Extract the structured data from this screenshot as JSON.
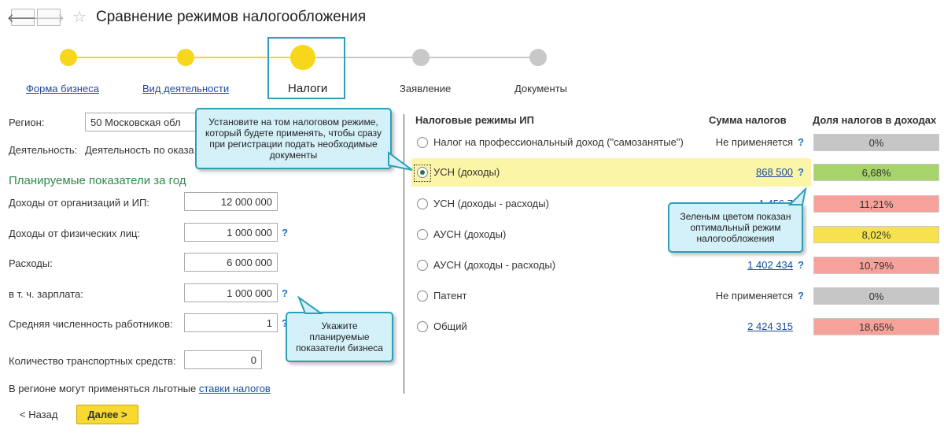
{
  "header": {
    "back_glyph": "🡐",
    "forward_glyph": "🡒",
    "star_glyph": "☆",
    "title": "Сравнение режимов налогообложения"
  },
  "stepper": {
    "steps": [
      {
        "label": "Форма бизнеса",
        "state": "done"
      },
      {
        "label": "Вид деятельности",
        "state": "done"
      },
      {
        "label": "Налоги",
        "state": "current"
      },
      {
        "label": "Заявление",
        "state": "pending"
      },
      {
        "label": "Документы",
        "state": "pending"
      }
    ],
    "colors": {
      "done": "#f7d71c",
      "pending": "#c8c8c8",
      "box": "#2e9fb8"
    }
  },
  "form": {
    "region_label": "Регион:",
    "region_value": "50 Московская обл",
    "activity_label": "Деятельность:",
    "activity_value": "Деятельность по оказа",
    "section_title": "Планируемые показатели за год",
    "fields": [
      {
        "label": "Доходы от организаций и ИП:",
        "value": "12 000 000",
        "help": ""
      },
      {
        "label": "Доходы от физических лиц:",
        "value": "1 000 000",
        "help": "?"
      },
      {
        "label": "Расходы:",
        "value": "6 000 000",
        "help": ""
      },
      {
        "label": "в т. ч. зарплата:",
        "value": "1 000 000",
        "help": "?"
      },
      {
        "label": "Средняя численность работников:",
        "value": "1",
        "help": "?"
      },
      {
        "label": "Количество транспортных средств:",
        "value": "0",
        "help": ""
      }
    ],
    "note_text": "В регионе могут применяться льготные",
    "note_link": "ставки налогов"
  },
  "table": {
    "headers": {
      "regime": "Налоговые режимы ИП",
      "sum": "Сумма налогов",
      "share": "Доля налогов в доходах"
    },
    "rows": [
      {
        "name": "Налог на профессиональный доход (\"самозанятые\")",
        "sum": "Не применяется",
        "is_link": false,
        "help": "?",
        "share": "0%",
        "color": "#c6c6c6",
        "selected": false
      },
      {
        "name": "УСН (доходы)",
        "sum": "868 500",
        "is_link": true,
        "help": "?",
        "share": "6,68%",
        "color": "#a6d36a",
        "selected": true
      },
      {
        "name": "УСН (доходы - расходы)",
        "sum": "1 456 7",
        "is_link": true,
        "help": "",
        "share": "11,21%",
        "color": "#f5a29a",
        "selected": false
      },
      {
        "name": "АУСН (доходы)",
        "sum": "",
        "is_link": false,
        "help": "",
        "share": "8,02%",
        "color": "#f6e24c",
        "selected": false
      },
      {
        "name": "АУСН (доходы - расходы)",
        "sum": "1 402 434",
        "is_link": true,
        "help": "?",
        "share": "10,79%",
        "color": "#f5a29a",
        "selected": false
      },
      {
        "name": "Патент",
        "sum": "Не применяется",
        "is_link": false,
        "help": "?",
        "share": "0%",
        "color": "#c6c6c6",
        "selected": false
      },
      {
        "name": "Общий",
        "sum": "2 424 315",
        "is_link": true,
        "help": "",
        "share": "18,65%",
        "color": "#f5a29a",
        "selected": false
      }
    ]
  },
  "callouts": {
    "top": "Установите на том налоговом режиме, который будете применять, чтобы сразу при регистрации подать необходимые документы",
    "green": "Зеленым цветом показан оптимальный режим налогообложения",
    "bottom": "Укажите планируемые показатели бизнеса"
  },
  "footer": {
    "back_label": "< Назад",
    "next_label": "Далее >"
  }
}
